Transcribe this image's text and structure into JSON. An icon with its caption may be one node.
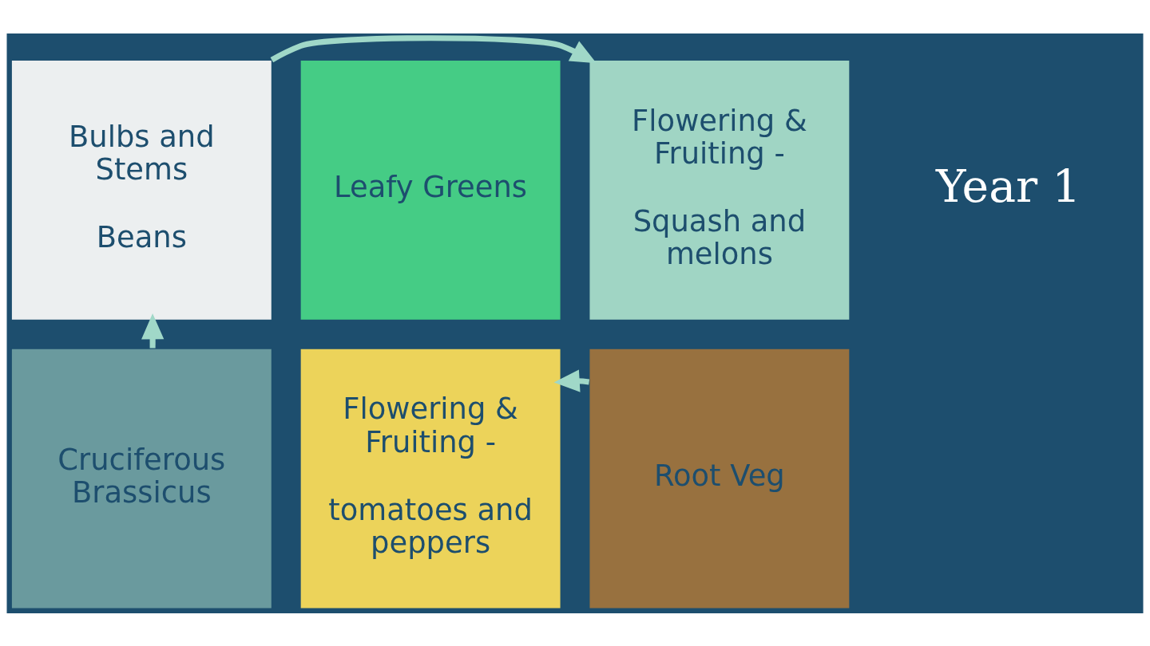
{
  "diagram": {
    "nodes": [
      {
        "text": [
          "Bulbs and Stems",
          "Beans"
        ]
      },
      {
        "text": [
          "Leafy Greens"
        ]
      },
      {
        "text": [
          "Flowering & Fruiting -",
          "Squash and melons"
        ]
      },
      {
        "text": [
          "Cruciferous Brassicus"
        ]
      },
      {
        "text": [
          "Flowering & Fruiting -",
          "tomatoes and peppers"
        ]
      },
      {
        "text": [
          "Root Veg"
        ]
      }
    ],
    "edges": [
      {
        "from": 0,
        "to": 2,
        "arrow": "to"
      },
      {
        "from": 5,
        "to": 4,
        "arrow": "to"
      },
      {
        "from": 3,
        "to": 0,
        "arrow": "to"
      }
    ],
    "labels": [
      "Year 1"
    ]
  }
}
